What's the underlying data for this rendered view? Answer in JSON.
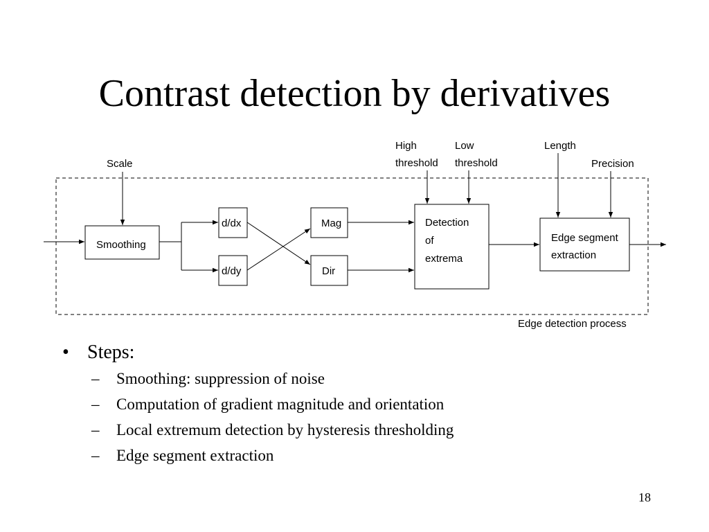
{
  "slide": {
    "title": "Contrast detection by derivatives",
    "page_number": "18"
  },
  "diagram": {
    "process_label": "Edge detection process",
    "inputs": {
      "scale": "Scale",
      "high_threshold": [
        "High",
        "threshold"
      ],
      "low_threshold": [
        "Low",
        "threshold"
      ],
      "length": "Length",
      "precision": "Precision"
    },
    "blocks": {
      "smoothing": "Smoothing",
      "ddx": "d/dx",
      "ddy": "d/dy",
      "mag": "Mag",
      "dir": "Dir",
      "detection": [
        "Detection",
        "of",
        "extrema"
      ],
      "edge_segment": [
        "Edge segment",
        "extraction"
      ]
    }
  },
  "bullets": {
    "main": "Steps:",
    "items": [
      "Smoothing: suppression of noise",
      "Computation of gradient magnitude and orientation",
      "Local extremum detection by hysteresis thresholding",
      "Edge segment extraction"
    ]
  }
}
